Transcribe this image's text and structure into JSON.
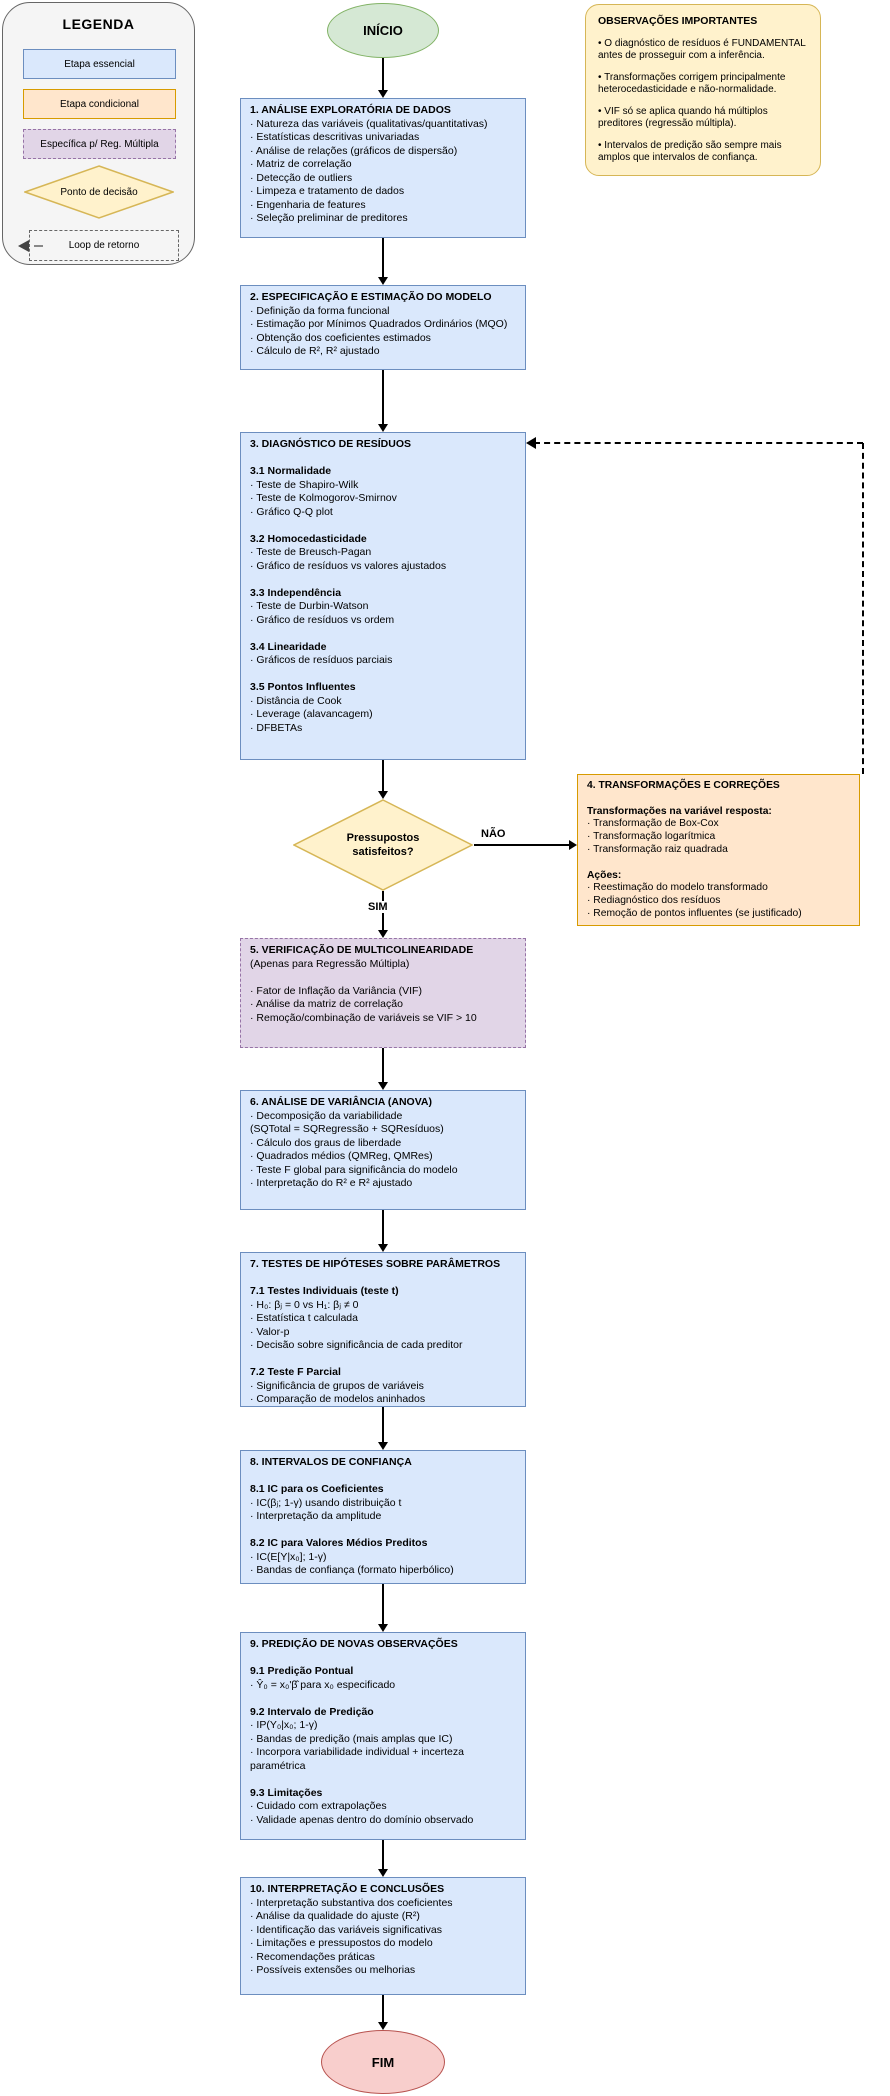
{
  "colors": {
    "essential_fill": "#dae8fc",
    "essential_stroke": "#6c8ebf",
    "conditional_fill": "#ffe6cc",
    "conditional_stroke": "#d79b00",
    "multiple_fill": "#e1d5e7",
    "multiple_stroke": "#9673a6",
    "decision_fill": "#fff2cc",
    "decision_stroke": "#d6b656",
    "start_fill": "#d5e8d4",
    "start_stroke": "#82b366",
    "end_fill": "#f8cecc",
    "end_stroke": "#b85450",
    "note_fill": "#fff2cc",
    "note_stroke": "#d6b656",
    "legend_fill": "#f5f5f5"
  },
  "legend": {
    "title": "LEGENDA",
    "items": [
      {
        "label": "Etapa essencial",
        "type": "essential"
      },
      {
        "label": "Etapa condicional",
        "type": "conditional"
      },
      {
        "label": "Específica p/ Reg. Múltipla",
        "type": "multiple"
      },
      {
        "label": "Ponto de decisão",
        "type": "decision"
      },
      {
        "label": "Loop de retorno",
        "type": "loop"
      }
    ]
  },
  "start": {
    "label": "INÍCIO"
  },
  "end": {
    "label": "FIM"
  },
  "notes": {
    "title": "OBSERVAÇÕES IMPORTANTES",
    "items": [
      {
        "text": "• O diagnóstico de resíduos é FUNDAMENTAL antes de prosseguir com a inferência.",
        "style": "para"
      },
      {
        "text": "• Transformações corrigem principalmente heterocedasticidade e não-normalidade.",
        "style": "para"
      },
      {
        "text": "• VIF só se aplica quando há múltiplos preditores (regressão múltipla).",
        "style": "para"
      },
      {
        "text": "• Intervalos de predição são sempre mais amplos que intervalos de confiança.",
        "style": "para"
      }
    ]
  },
  "decision": {
    "line1": "Pressupostos",
    "line2": "satisfeitos?",
    "no_label": "NÃO",
    "yes_label": "SIM"
  },
  "boxes": [
    {
      "id": 1,
      "variant": "essential",
      "lines": [
        {
          "text": "1. ANÁLISE EXPLORATÓRIA DE DADOS",
          "style": "title"
        },
        {
          "text": "· Natureza das variáveis (qualitativas/quantitativas)"
        },
        {
          "text": "· Estatísticas descritivas univariadas"
        },
        {
          "text": "· Análise de relações (gráficos de dispersão)"
        },
        {
          "text": "· Matriz de correlação"
        },
        {
          "text": "· Detecção de outliers"
        },
        {
          "text": "· Limpeza e tratamento de dados"
        },
        {
          "text": "· Engenharia de features"
        },
        {
          "text": "· Seleção preliminar de preditores"
        }
      ]
    },
    {
      "id": 2,
      "variant": "essential",
      "lines": [
        {
          "text": "2. ESPECIFICAÇÃO E ESTIMAÇÃO DO MODELO",
          "style": "title"
        },
        {
          "text": "· Definição da forma funcional"
        },
        {
          "text": "· Estimação por Mínimos Quadrados Ordinários (MQO)"
        },
        {
          "text": "· Obtenção dos coeficientes estimados"
        },
        {
          "text": "· Cálculo de R², R² ajustado"
        }
      ]
    },
    {
      "id": 3,
      "variant": "essential",
      "lines": [
        {
          "text": "3. DIAGNÓSTICO DE RESÍDUOS",
          "style": "title"
        },
        {
          "text": "",
          "style": "gap"
        },
        {
          "text": "3.1 Normalidade",
          "style": "bold"
        },
        {
          "text": "· Teste de Shapiro-Wilk"
        },
        {
          "text": "· Teste de Kolmogorov-Smirnov"
        },
        {
          "text": "· Gráfico Q-Q plot"
        },
        {
          "text": "",
          "style": "gap"
        },
        {
          "text": "3.2 Homocedasticidade",
          "style": "bold"
        },
        {
          "text": "· Teste de Breusch-Pagan"
        },
        {
          "text": "· Gráfico de resíduos vs valores ajustados"
        },
        {
          "text": "",
          "style": "gap"
        },
        {
          "text": "3.3 Independência",
          "style": "bold"
        },
        {
          "text": "· Teste de Durbin-Watson"
        },
        {
          "text": "· Gráfico de resíduos vs ordem"
        },
        {
          "text": "",
          "style": "gap"
        },
        {
          "text": "3.4 Linearidade",
          "style": "bold"
        },
        {
          "text": "· Gráficos de resíduos parciais"
        },
        {
          "text": "",
          "style": "gap"
        },
        {
          "text": "3.5 Pontos Influentes",
          "style": "bold"
        },
        {
          "text": "· Distância de Cook"
        },
        {
          "text": "· Leverage (alavancagem)"
        },
        {
          "text": "· DFBETAs"
        }
      ]
    },
    {
      "id": 4,
      "variant": "conditional",
      "lines": [
        {
          "text": "4. TRANSFORMAÇÕES E CORREÇÕES",
          "style": "title"
        },
        {
          "text": "",
          "style": "gap"
        },
        {
          "text": "Transformações na variável resposta:",
          "style": "bold"
        },
        {
          "text": "· Transformação de Box-Cox"
        },
        {
          "text": "· Transformação logarítmica"
        },
        {
          "text": "· Transformação raiz quadrada"
        },
        {
          "text": "",
          "style": "gap"
        },
        {
          "text": "Ações:",
          "style": "bold"
        },
        {
          "text": "· Reestimação do modelo transformado"
        },
        {
          "text": "· Rediagnóstico dos resíduos"
        },
        {
          "text": "· Remoção de pontos influentes (se justificado)"
        }
      ]
    },
    {
      "id": 5,
      "variant": "multiple",
      "lines": [
        {
          "text": "5. VERIFICAÇÃO DE MULTICOLINEARIDADE",
          "style": "title"
        },
        {
          "text": "(Apenas para Regressão Múltipla)"
        },
        {
          "text": "",
          "style": "gap"
        },
        {
          "text": "· Fator de Inflação da Variância (VIF)"
        },
        {
          "text": "· Análise da matriz de correlação"
        },
        {
          "text": "· Remoção/combinação de variáveis se VIF > 10"
        }
      ]
    },
    {
      "id": 6,
      "variant": "essential",
      "lines": [
        {
          "text": "6. ANÁLISE DE VARIÂNCIA (ANOVA)",
          "style": "title"
        },
        {
          "text": "· Decomposição da variabilidade"
        },
        {
          "text": "(SQTotal = SQRegressão + SQResíduos)"
        },
        {
          "text": "· Cálculo dos graus de liberdade"
        },
        {
          "text": "· Quadrados médios (QMReg, QMRes)"
        },
        {
          "text": "· Teste F global para significância do modelo"
        },
        {
          "text": "· Interpretação do R² e R² ajustado"
        }
      ]
    },
    {
      "id": 7,
      "variant": "essential",
      "lines": [
        {
          "text": "7. TESTES DE HIPÓTESES SOBRE PARÂMETROS",
          "style": "title"
        },
        {
          "text": "",
          "style": "gap"
        },
        {
          "text": "7.1 Testes Individuais (teste t)",
          "style": "bold"
        },
        {
          "text": "· H₀: βⱼ = 0 vs H₁: βⱼ ≠ 0"
        },
        {
          "text": "· Estatística t calculada"
        },
        {
          "text": "· Valor-p"
        },
        {
          "text": "· Decisão sobre significância de cada preditor"
        },
        {
          "text": "",
          "style": "gap"
        },
        {
          "text": "7.2 Teste F Parcial",
          "style": "bold"
        },
        {
          "text": "· Significância de grupos de variáveis"
        },
        {
          "text": "· Comparação de modelos aninhados"
        }
      ]
    },
    {
      "id": 8,
      "variant": "essential",
      "lines": [
        {
          "text": "8. INTERVALOS DE CONFIANÇA",
          "style": "title"
        },
        {
          "text": "",
          "style": "gap"
        },
        {
          "text": "8.1 IC para os Coeficientes",
          "style": "bold"
        },
        {
          "text": "· IC(βⱼ; 1-γ) usando distribuição t"
        },
        {
          "text": "· Interpretação da amplitude"
        },
        {
          "text": "",
          "style": "gap"
        },
        {
          "text": "8.2 IC para Valores Médios Preditos",
          "style": "bold"
        },
        {
          "text": "· IC(E[Y|x₀]; 1-γ)"
        },
        {
          "text": "· Bandas de confiança (formato hiperbólico)"
        }
      ]
    },
    {
      "id": 9,
      "variant": "essential",
      "lines": [
        {
          "text": "9. PREDIÇÃO DE NOVAS OBSERVAÇÕES",
          "style": "title"
        },
        {
          "text": "",
          "style": "gap"
        },
        {
          "text": "9.1 Predição Pontual",
          "style": "bold"
        },
        {
          "text": "· Ŷ₀ = x₀'β̂ para x₀ especificado"
        },
        {
          "text": "",
          "style": "gap"
        },
        {
          "text": "9.2 Intervalo de Predição",
          "style": "bold"
        },
        {
          "text": "· IP(Y₀|x₀; 1-γ)"
        },
        {
          "text": "· Bandas de predição (mais amplas que IC)"
        },
        {
          "text": "· Incorpora variabilidade individual + incerteza"
        },
        {
          "text": "paramétrica"
        },
        {
          "text": "",
          "style": "gap"
        },
        {
          "text": "9.3 Limitações",
          "style": "bold"
        },
        {
          "text": "· Cuidado com extrapolações"
        },
        {
          "text": "· Validade apenas dentro do domínio observado"
        }
      ]
    },
    {
      "id": 10,
      "variant": "essential",
      "lines": [
        {
          "text": "10. INTERPRETAÇÃO E CONCLUSÕES",
          "style": "title"
        },
        {
          "text": "· Interpretação substantiva dos coeficientes"
        },
        {
          "text": "· Análise da qualidade do ajuste (R²)"
        },
        {
          "text": "· Identificação das variáveis significativas"
        },
        {
          "text": "· Limitações e pressupostos do modelo"
        },
        {
          "text": "· Recomendações práticas"
        },
        {
          "text": "· Possíveis extensões ou melhorias"
        }
      ]
    }
  ]
}
